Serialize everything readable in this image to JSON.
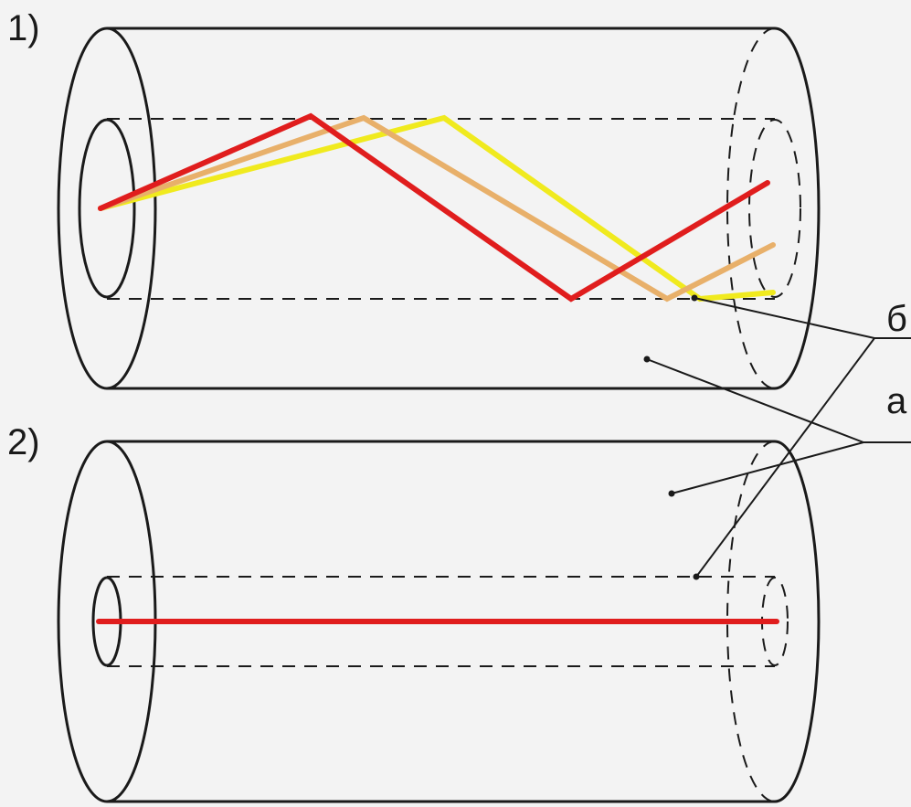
{
  "labels": {
    "fiber_1": "1)",
    "fiber_2": "2)",
    "callout_b": "б",
    "callout_a": "а"
  },
  "colors": {
    "background": "#f3f3f3",
    "outline": "#1a1a1a",
    "ray_red": "#e01d1d",
    "ray_orange": "#e8b06a",
    "ray_yellow": "#f0ea1e"
  }
}
